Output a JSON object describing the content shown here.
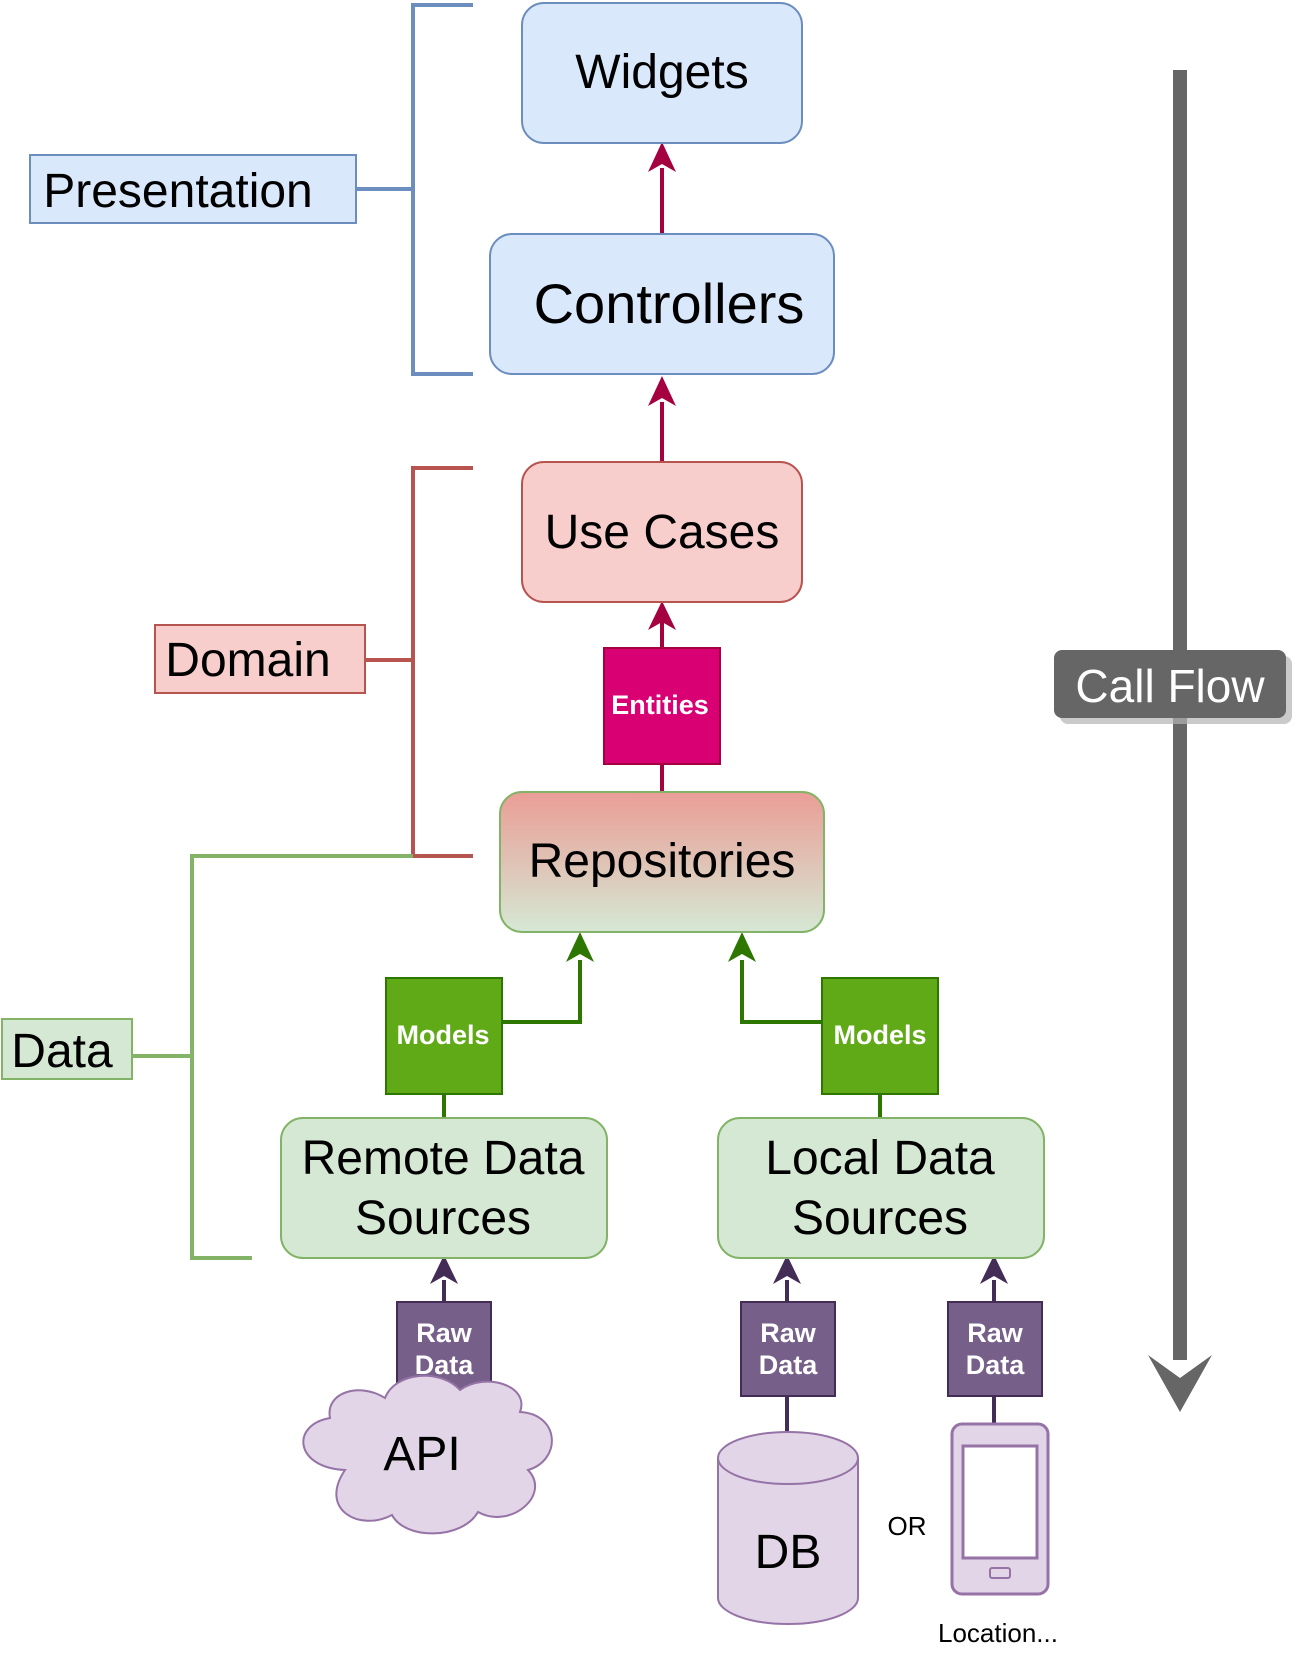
{
  "layers": {
    "presentation": "Presentation",
    "domain": "Domain",
    "data": "Data"
  },
  "nodes": {
    "widgets": "Widgets",
    "controllers": "Controllers",
    "use_cases": "Use Cases",
    "entities": "Entities",
    "repositories": "Repositories",
    "models_remote": "Models",
    "models_local": "Models",
    "remote_ds_line1": "Remote Data",
    "remote_ds_line2": "Sources",
    "local_ds_line1": "Local Data",
    "local_ds_line2": "Sources",
    "raw_data_line1": "Raw",
    "raw_data_line2": "Data",
    "api": "API",
    "db": "DB",
    "or": "OR",
    "location": "Location..."
  },
  "call_flow": "Call Flow",
  "colors": {
    "presentation_fill": "#dae8fc",
    "presentation_stroke": "#6c8ebf",
    "domain_fill": "#f8cecc",
    "domain_stroke": "#b85450",
    "data_fill": "#d5e8d4",
    "data_stroke": "#82b366",
    "entities": "#d80073",
    "models": "#60a917",
    "raw_data": "#76608a",
    "source_fill": "#e1d5e7",
    "source_stroke": "#9673a6",
    "call_flow": "#666666"
  }
}
